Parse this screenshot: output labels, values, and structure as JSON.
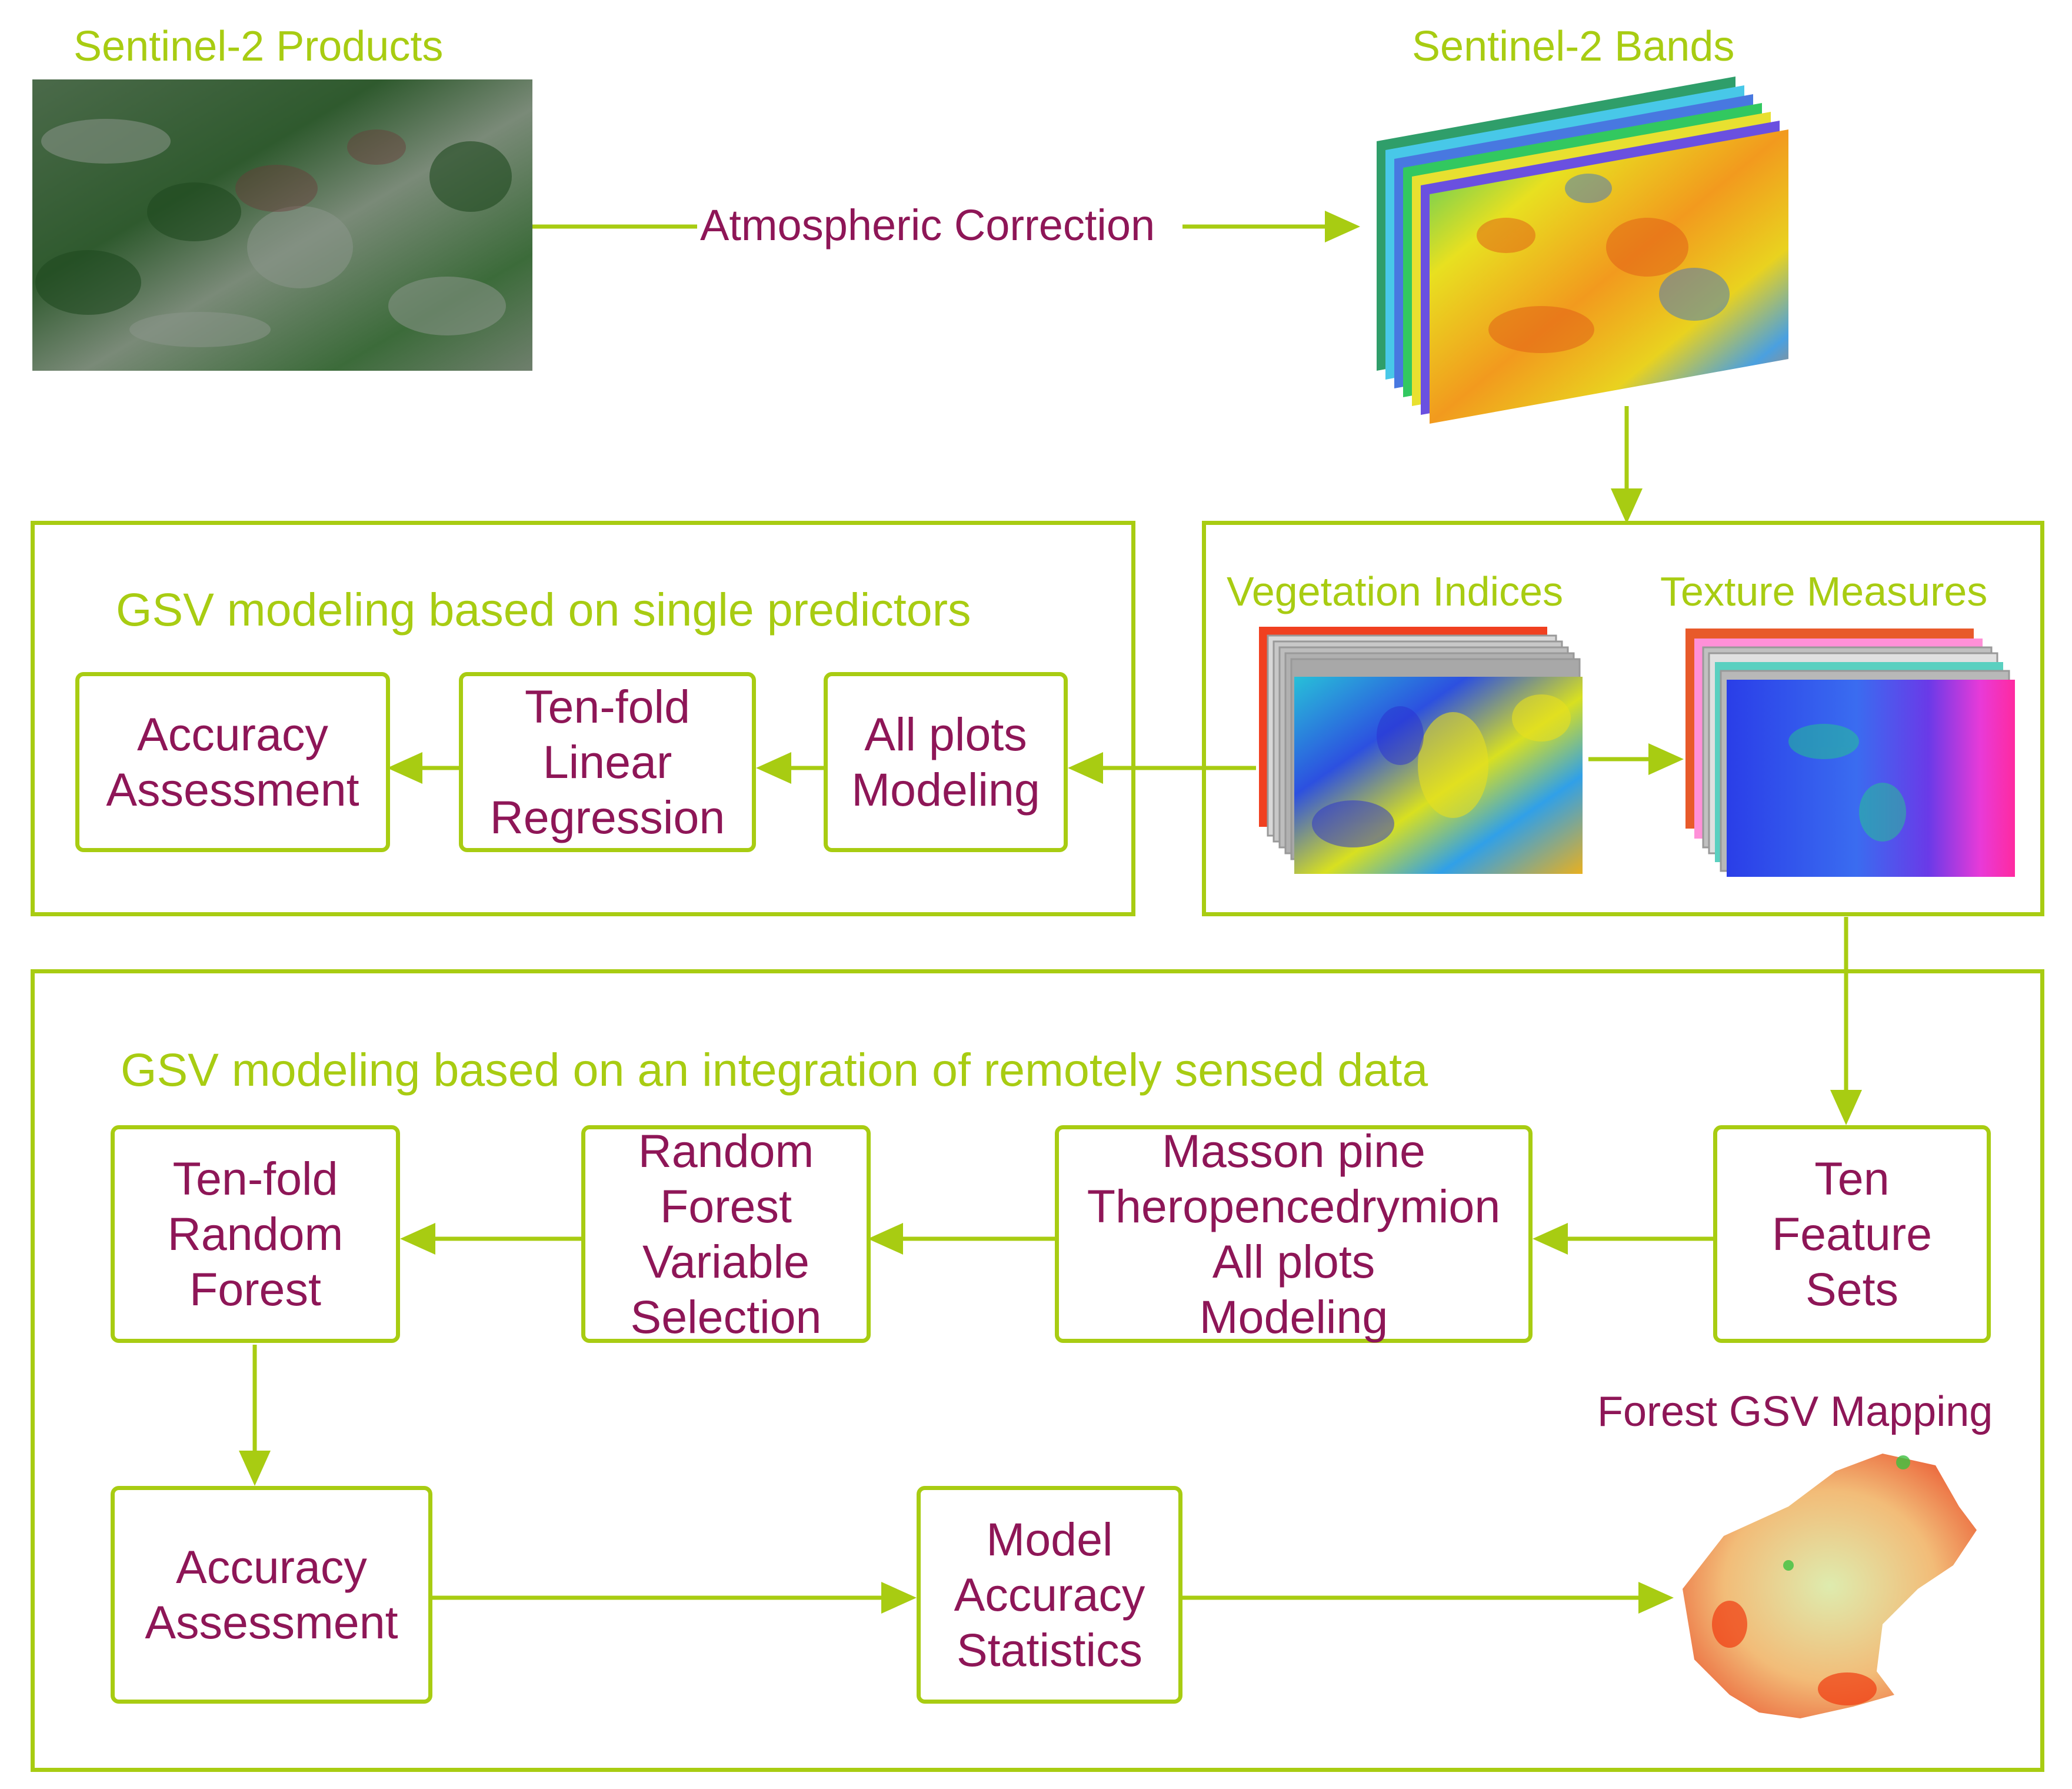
{
  "colors": {
    "accent": "#a8cc12",
    "label": "#8e1657",
    "background": "#ffffff"
  },
  "top": {
    "products_title": "Sentinel-2 Products",
    "bands_title": "Sentinel-2 Bands",
    "atmospheric_label": "Atmospheric Correction"
  },
  "features": {
    "vegetation_title": "Vegetation Indices",
    "texture_title": "Texture Measures"
  },
  "single": {
    "title": "GSV modeling based on single predictors",
    "accuracy": "Accuracy\nAssessment",
    "tenfold": "Ten-fold\nLinear\nRegression",
    "allplots": "All plots\nModeling"
  },
  "integration": {
    "title": "GSV modeling based on an integration of remotely sensed data",
    "tenfold_rf": "Ten-fold\nRandom\nForest",
    "rf_selection": "Random\nForest\nVariable\nSelection",
    "masson": "Masson pine\nTheropencedrymion\nAll plots\nModeling",
    "ten_sets": "Ten\nFeature\nSets",
    "accuracy": "Accuracy\nAssessment",
    "model_stats": "Model\nAccuracy\nStatistics",
    "mapping_title": "Forest GSV Mapping"
  }
}
